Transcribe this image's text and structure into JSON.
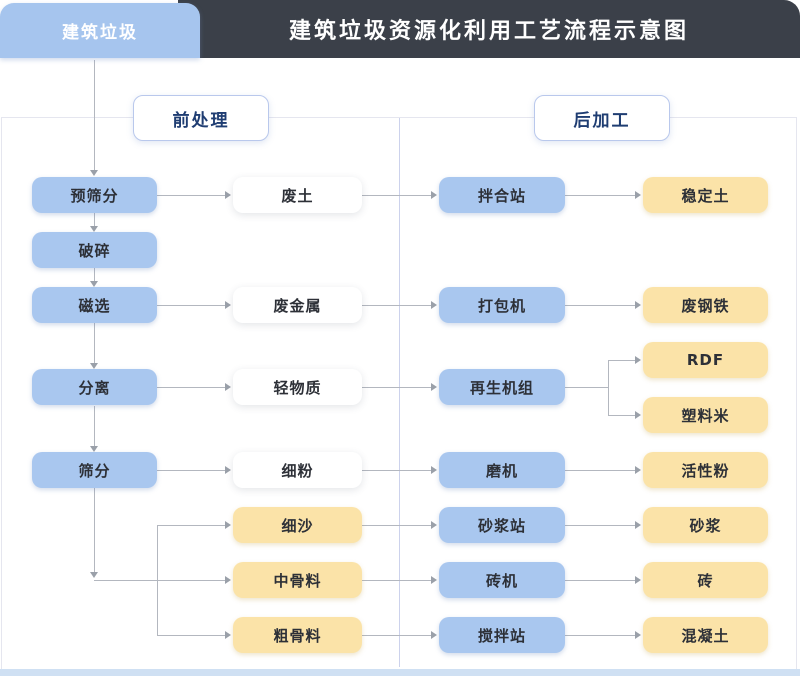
{
  "tab_label": "建筑垃圾",
  "title": "建筑垃圾资源化利用工艺流程示意图",
  "sections": {
    "pre": "前处理",
    "post": "后加工"
  },
  "nodes": {
    "pre_screen": "预筛分",
    "crush": "破碎",
    "magnetic": "磁选",
    "separate": "分离",
    "screen": "筛分",
    "waste_soil": "废土",
    "waste_metal": "废金属",
    "light_material": "轻物质",
    "fine_powder": "细粉",
    "fine_sand": "细沙",
    "medium_aggregate": "中骨料",
    "coarse_aggregate": "粗骨料",
    "mixing_plant": "拌合站",
    "baler": "打包机",
    "regeneration_unit": "再生机组",
    "mill": "磨机",
    "mortar_plant": "砂浆站",
    "brick_machine": "砖机",
    "concrete_plant": "搅拌站",
    "stabilized_soil": "稳定土",
    "scrap_steel": "废钢铁",
    "rdf": "RDF",
    "plastic_pellets": "塑料米",
    "active_powder": "活性粉",
    "mortar": "砂浆",
    "brick": "砖",
    "concrete": "混凝土"
  },
  "edges": [
    [
      "建筑垃圾",
      "预筛分"
    ],
    [
      "预筛分",
      "破碎"
    ],
    [
      "预筛分",
      "废土"
    ],
    [
      "破碎",
      "磁选"
    ],
    [
      "磁选",
      "分离"
    ],
    [
      "磁选",
      "废金属"
    ],
    [
      "分离",
      "筛分"
    ],
    [
      "分离",
      "轻物质"
    ],
    [
      "筛分",
      "细粉"
    ],
    [
      "筛分",
      "细沙"
    ],
    [
      "筛分",
      "中骨料"
    ],
    [
      "筛分",
      "粗骨料"
    ],
    [
      "废土",
      "拌合站"
    ],
    [
      "拌合站",
      "稳定土"
    ],
    [
      "废金属",
      "打包机"
    ],
    [
      "打包机",
      "废钢铁"
    ],
    [
      "轻物质",
      "再生机组"
    ],
    [
      "再生机组",
      "RDF"
    ],
    [
      "再生机组",
      "塑料米"
    ],
    [
      "细粉",
      "磨机"
    ],
    [
      "磨机",
      "活性粉"
    ],
    [
      "细沙",
      "砂浆站"
    ],
    [
      "砂浆站",
      "砂浆"
    ],
    [
      "中骨料",
      "砖机"
    ],
    [
      "砖机",
      "砖"
    ],
    [
      "粗骨料",
      "搅拌站"
    ],
    [
      "搅拌站",
      "混凝土"
    ]
  ],
  "colors": {
    "node-blue": "#a9c7ef",
    "node-yellow": "#fbe3a8",
    "header-bg": "#3b4049",
    "tab-bg": "#a6c5ee",
    "label-border": "#b9c8ec",
    "label-text": "#1f3d72",
    "line": "#b3b7bf",
    "arrow": "#9aa0a9",
    "footer-strip": "#cfe0f3",
    "frame-border": "#e5e6ef",
    "divider": "#ccd2ec",
    "node-text": "#2d3037"
  }
}
